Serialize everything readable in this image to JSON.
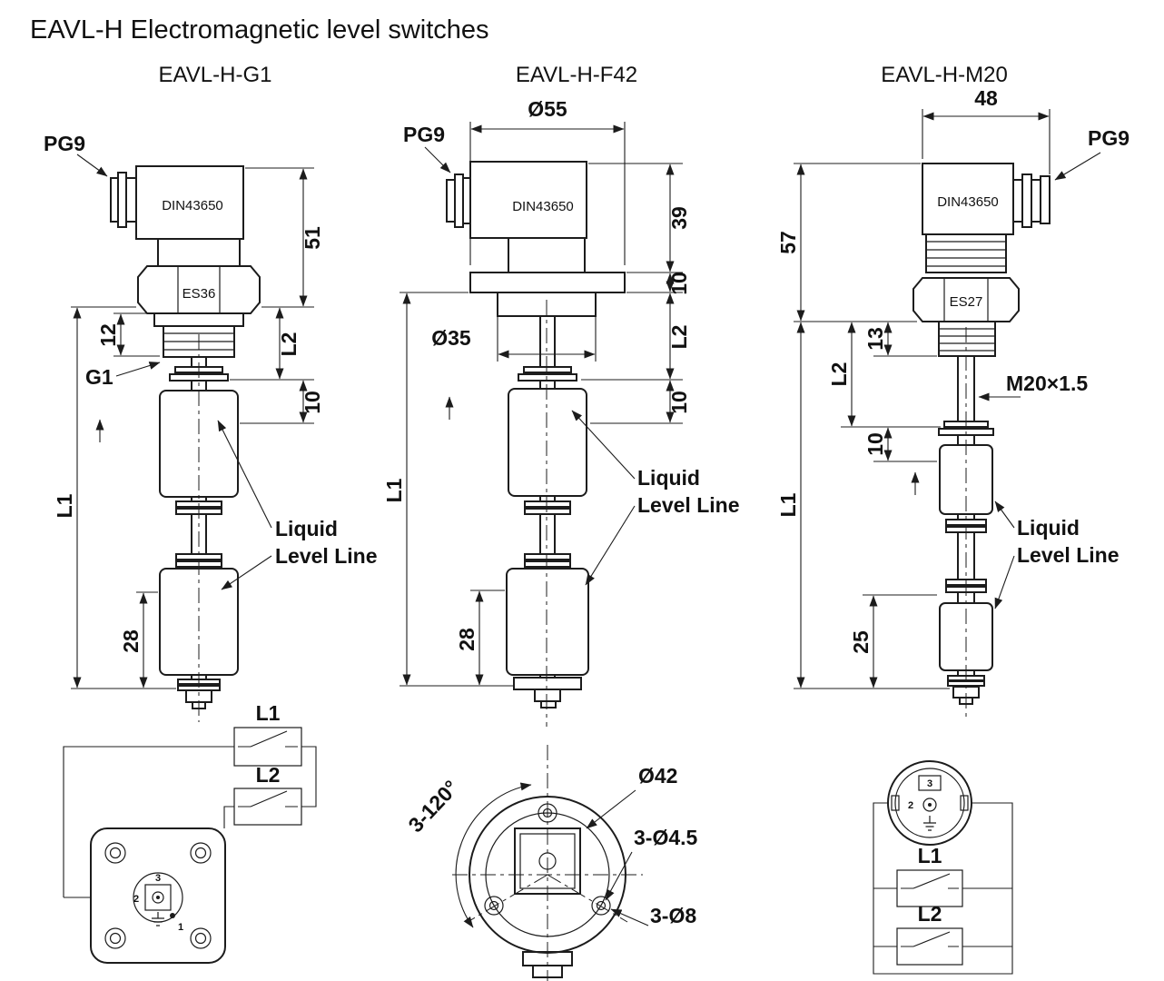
{
  "title": "EAVL-H Electromagnetic level switches",
  "variants": {
    "g1": {
      "name": "EAVL-H-G1",
      "pg9": "PG9",
      "din": "DIN43650",
      "hex": "ES36",
      "thread_label": "G1",
      "dim_51": "51",
      "dim_12": "12",
      "dim_l2": "L2",
      "dim_10": "10",
      "dim_l1": "L1",
      "dim_28": "28",
      "liquid_1": "Liquid",
      "liquid_2": "Level Line"
    },
    "f42": {
      "name": "EAVL-H-F42",
      "pg9": "PG9",
      "din": "DIN43650",
      "dia_55": "Ø55",
      "dia_35": "Ø35",
      "dim_39": "39",
      "dim_10_flange": "10",
      "dim_l2": "L2",
      "dim_10": "10",
      "dim_l1": "L1",
      "dim_28": "28",
      "liquid_1": "Liquid",
      "liquid_2": "Level Line"
    },
    "m20": {
      "name": "EAVL-H-M20",
      "pg9": "PG9",
      "din": "DIN43650",
      "hex": "ES27",
      "thread_label": "M20×1.5",
      "dim_48": "48",
      "dim_57": "57",
      "dim_13": "13",
      "dim_l2": "L2",
      "dim_10": "10",
      "dim_l1": "L1",
      "dim_25": "25",
      "liquid_1": "Liquid",
      "liquid_2": "Level Line"
    }
  },
  "views": {
    "g1_face": {
      "pin3": "3",
      "pin2": "2",
      "pin1": "1",
      "l1": "L1",
      "l2": "L2"
    },
    "f42_face": {
      "angle": "3-120°",
      "dia_42": "Ø42",
      "holes_small": "3-Ø4.5",
      "holes_large": "3-Ø8"
    },
    "m20_face": {
      "pin3": "3",
      "pin2": "2",
      "l1": "L1",
      "l2": "L2"
    }
  }
}
